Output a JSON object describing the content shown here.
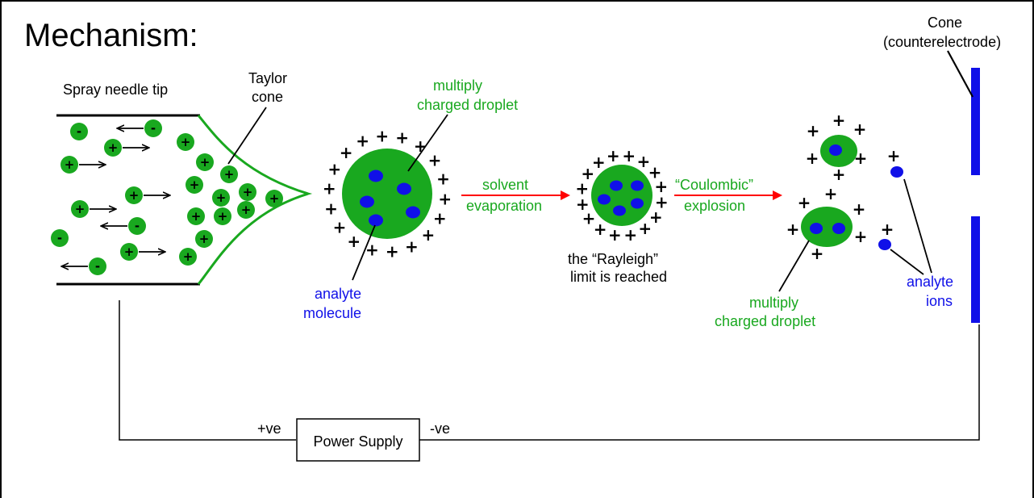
{
  "title": "Mechanism:",
  "labels": {
    "needle_tip": "Spray needle tip",
    "taylor_cone_1": "Taylor",
    "taylor_cone_2": "cone",
    "droplet_top_1": "multiply",
    "droplet_top_2": "charged droplet",
    "analyte_molecule_1": "analyte",
    "analyte_molecule_2": "molecule",
    "solvent_evaporation_1": "solvent",
    "solvent_evaporation_2": "evaporation",
    "rayleigh_1": "the “Rayleigh”",
    "rayleigh_2": "limit is reached",
    "coulombic_1": "“Coulombic”",
    "coulombic_2": "explosion",
    "droplet_bottom_1": "multiply",
    "droplet_bottom_2": "charged droplet",
    "analyte_ions_1": "analyte",
    "analyte_ions_2": "ions",
    "cone_1": "Cone",
    "cone_2": "(counterelectrode)",
    "power_supply": "Power Supply",
    "plus_ve": "+ve",
    "minus_ve": "-ve"
  },
  "symbols": {
    "plus": "+",
    "minus": "-"
  },
  "colors": {
    "green": "#19a81f",
    "blue": "#1010e8",
    "red_arrow": "#ff0000",
    "black": "#000000"
  }
}
